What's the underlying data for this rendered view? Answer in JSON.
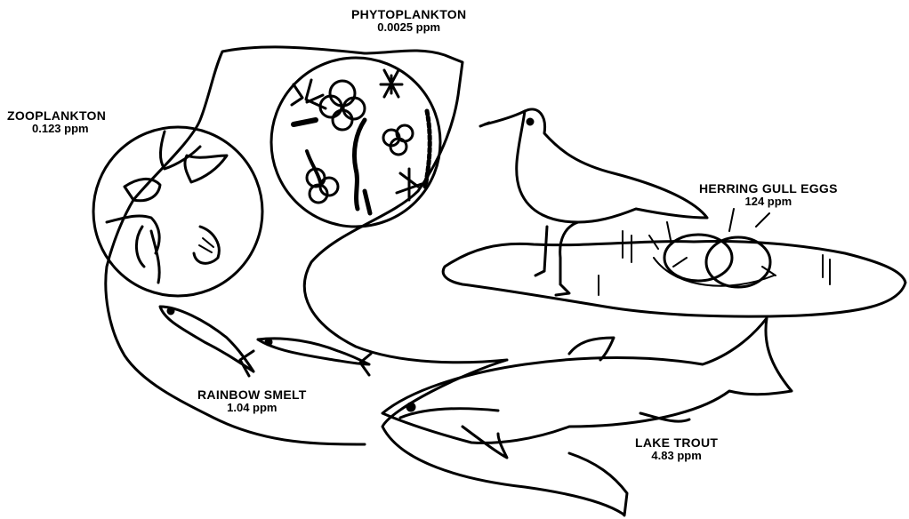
{
  "labels": {
    "phytoplankton": {
      "name": "PHYTOPLANKTON",
      "value": "0.0025 ppm"
    },
    "zooplankton": {
      "name": "ZOOPLANKTON",
      "value": "0.123 ppm"
    },
    "herring_gull_eggs": {
      "name": "HERRING GULL EGGS",
      "value": "124 ppm"
    },
    "rainbow_smelt": {
      "name": "RAINBOW SMELT",
      "value": "1.04 ppm"
    },
    "lake_trout": {
      "name": "LAKE TROUT",
      "value": "4.83 ppm"
    }
  },
  "colors": {
    "ink": "#000000",
    "background": "#ffffff"
  }
}
